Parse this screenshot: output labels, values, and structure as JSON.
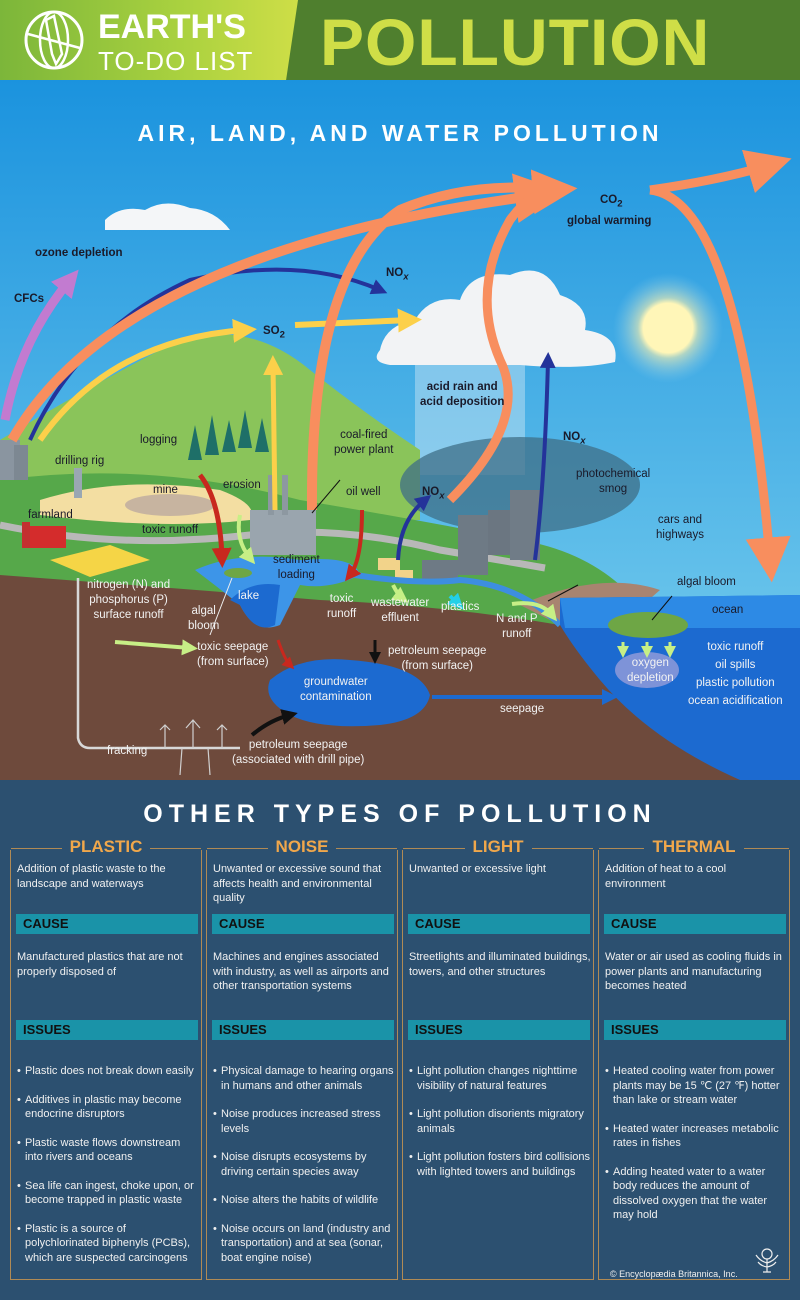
{
  "header": {
    "brand_line1": "EARTH'S",
    "brand_line2": "TO-DO LIST",
    "title": "POLLUTION",
    "colors": {
      "bar": "#4f7f2e",
      "title": "#cfde47",
      "brand_bg": "#a9d13f"
    }
  },
  "diagram": {
    "title": "AIR, LAND, AND WATER POLLUTION",
    "labels": {
      "ozone_depletion": "ozone depletion",
      "cfcs": "CFCs",
      "nox_top": "NO",
      "nox_sub": "x",
      "so2": "SO",
      "so2_sub": "2",
      "co2": "CO",
      "co2_sub": "2",
      "global_warming": "global warming",
      "acid_rain_1": "acid rain and",
      "acid_rain_2": "acid deposition",
      "nox_right": "NO",
      "nox_city": "NO",
      "logging": "logging",
      "drilling_rig": "drilling rig",
      "mine": "mine",
      "erosion": "erosion",
      "coal_plant_1": "coal-fired",
      "coal_plant_2": "power plant",
      "oil_well": "oil well",
      "photochemical_1": "photochemical",
      "photochemical_2": "smog",
      "farmland": "farmland",
      "toxic_runoff_mine": "toxic runoff",
      "cars_1": "cars and",
      "cars_2": "highways",
      "sediment_1": "sediment",
      "sediment_2": "loading",
      "lake": "lake",
      "algal_bloom_lake_1": "algal",
      "algal_bloom_lake_2": "bloom",
      "np_runoff_1": "nitrogen (N) and",
      "np_runoff_2": "phosphorus (P)",
      "np_runoff_3": "surface runoff",
      "toxic_runoff_1": "toxic",
      "toxic_runoff_2": "runoff",
      "wastewater_1": "wastewater",
      "wastewater_2": "effluent",
      "plastics": "plastics",
      "n_and_p_1": "N and P",
      "n_and_p_2": "runoff",
      "algal_bloom_ocean": "algal bloom",
      "ocean": "ocean",
      "toxic_seepage_1": "toxic seepage",
      "toxic_seepage_2": "(from surface)",
      "petro_surface_1": "petroleum seepage",
      "petro_surface_2": "(from surface)",
      "groundwater_1": "groundwater",
      "groundwater_2": "contamination",
      "seepage": "seepage",
      "oxygen_1": "oxygen",
      "oxygen_2": "depletion",
      "ocean_list": [
        "toxic runoff",
        "oil spills",
        "plastic pollution",
        "ocean acidification"
      ],
      "fracking": "fracking",
      "petro_pipe_1": "petroleum seepage",
      "petro_pipe_2": "(associated with drill pipe)"
    },
    "colors": {
      "sky": "#2e9be0",
      "co2_arrow": "#f88e5e",
      "so2_arrow": "#fcd04a",
      "nox_arrow": "#24339a",
      "cfc_arrow": "#c27bd0",
      "toxic_arrow": "#c8281e",
      "runoff_arrow": "#c7ef86",
      "soil": "#6e4a3c",
      "water": "#1c6ad0"
    }
  },
  "other_types": {
    "title": "OTHER TYPES OF POLLUTION",
    "cause_label": "CAUSE",
    "issues_label": "ISSUES",
    "columns": [
      {
        "name": "PLASTIC",
        "definition": "Addition of plastic waste to the landscape and waterways",
        "cause": "Manufactured plastics that are not properly disposed of",
        "issues": [
          "Plastic does not break down easily",
          "Additives in plastic may become endocrine disruptors",
          "Plastic waste flows downstream into rivers and oceans",
          "Sea life can ingest, choke upon, or become trapped in plastic waste",
          "Plastic is a source of polychlorinated biphenyls (PCBs), which are suspected carcinogens"
        ]
      },
      {
        "name": "NOISE",
        "definition": "Unwanted or excessive sound that affects health and environmental quality",
        "cause": "Machines and engines associated with industry, as well as airports and other transportation systems",
        "issues": [
          "Physical damage to hearing organs in humans and other animals",
          "Noise produces increased stress levels",
          "Noise disrupts ecosystems by driving certain species away",
          "Noise alters the habits of wildlife",
          "Noise occurs on land (industry and transportation) and at sea (sonar, boat engine noise)"
        ]
      },
      {
        "name": "LIGHT",
        "definition": "Unwanted or excessive light",
        "cause": "Streetlights and illuminated buildings, towers, and other structures",
        "issues": [
          "Light pollution changes nighttime visibility of natural features",
          "Light pollution disorients migratory animals",
          "Light pollution fosters bird collisions with lighted towers and buildings"
        ]
      },
      {
        "name": "THERMAL",
        "definition": "Addition of heat to a cool environment",
        "cause": "Water or air used as cooling fluids in power plants and manufacturing becomes heated",
        "issues": [
          "Heated cooling water from power plants may be 15 ℃ (27 ℉) hotter than lake or stream water",
          "Heated water increases metabolic rates in fishes",
          "Adding heated water to a water body reduces the amount of dissolved oxygen that the water may hold"
        ]
      }
    ],
    "colors": {
      "bg": "#2c5070",
      "heading": "#f0a74b",
      "bar": "#1a93a8",
      "border": "#b08a55"
    },
    "credit": "© Encyclopædia Britannica, Inc."
  }
}
